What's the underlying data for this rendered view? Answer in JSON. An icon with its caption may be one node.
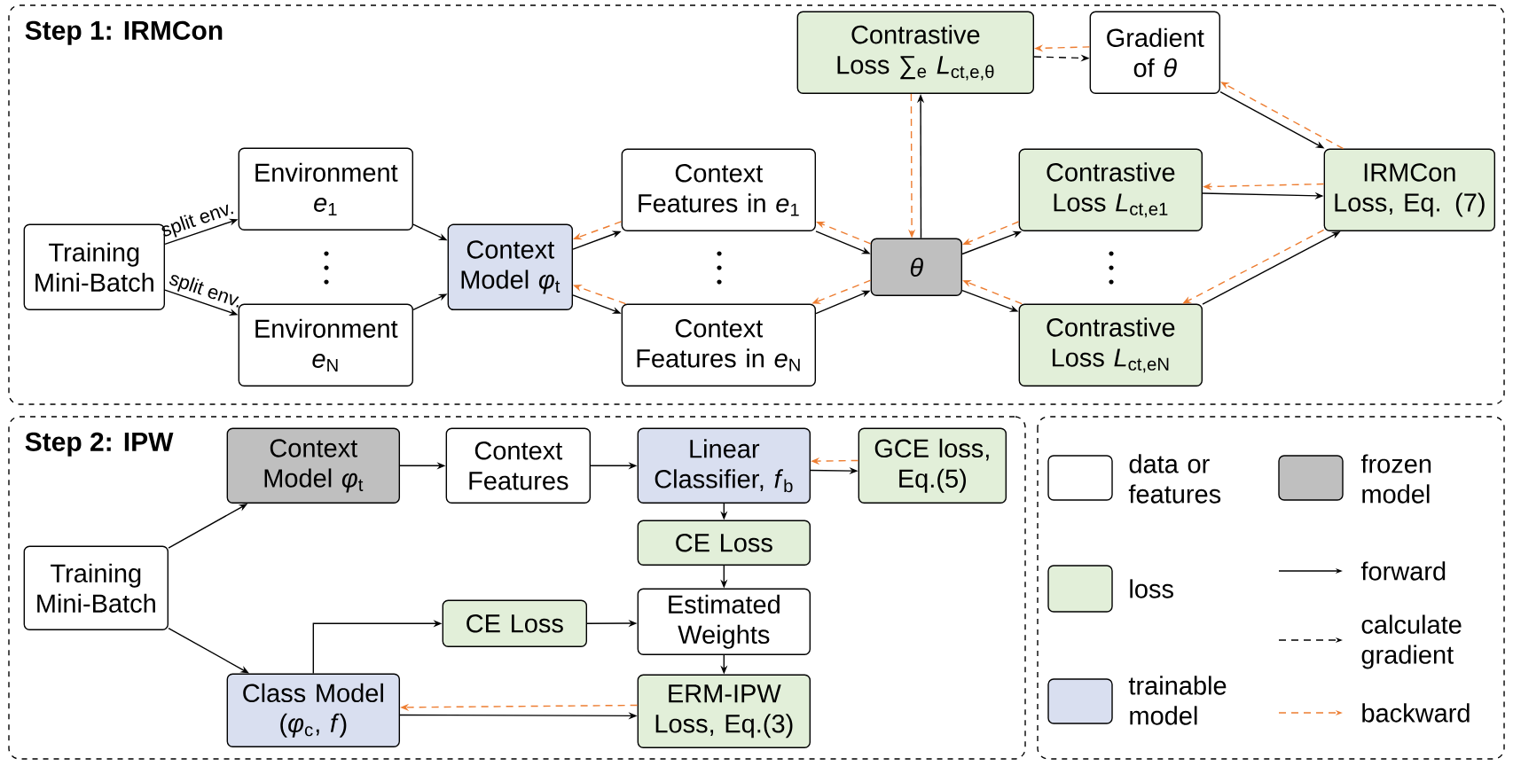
{
  "diagram": {
    "nodes": [
      {
        "text": [
          "Step 1: IRMCon"
        ]
      },
      {
        "text": [
          "Training Mini-Batch"
        ],
        "in": 0
      },
      {
        "text": [
          "Environment *e*$_{1}$"
        ],
        "in": 0
      },
      {
        "text": [
          "Environment *e*$_{N}$"
        ],
        "in": 0
      },
      {
        "text": [
          "Context Model *φ*$_{t}$"
        ],
        "in": 0
      },
      {
        "text": [
          "Context Features in *e*$_{1}$"
        ],
        "in": 0
      },
      {
        "text": [
          "Context Features in *e*$_{N}$"
        ],
        "in": 0
      },
      {
        "text": [
          "θ"
        ],
        "in": 0
      },
      {
        "text": [
          "Contrastive Loss ∑$_{e}$ *L*$_{ct,e,θ}$"
        ],
        "in": 0
      },
      {
        "text": [
          "Gradient of *θ*"
        ],
        "in": 0
      },
      {
        "text": [
          "Contrastive Loss *L*$_{ct,e1}$"
        ],
        "in": 0
      },
      {
        "text": [
          "Contrastive Loss *L*$_{ct,eN}$"
        ],
        "in": 0
      },
      {
        "text": [
          "IRMCon Loss, Eq. (7)"
        ],
        "in": 0
      },
      {
        "text": [
          "Step 2: IPW"
        ]
      },
      {
        "text": [
          "Training Mini-Batch"
        ],
        "in": 13
      },
      {
        "text": [
          "Context Model *φ*$_{t}$"
        ],
        "in": 13
      },
      {
        "text": [
          "Context Features"
        ],
        "in": 13
      },
      {
        "text": [
          "Linear Classifier, *f*$_{b}$"
        ],
        "in": 13
      },
      {
        "text": [
          "GCE loss, Eq.(5)"
        ],
        "in": 13
      },
      {
        "text": [
          "CE Loss"
        ],
        "in": 13
      },
      {
        "text": [
          "CE Loss"
        ],
        "in": 13
      },
      {
        "text": [
          "Estimated Weights"
        ],
        "in": 13
      },
      {
        "text": [
          "Class Model (*φ*$_{c}$, *f*)"
        ],
        "in": 13
      },
      {
        "text": [
          "ERM-IPW Loss, Eq.(3)"
        ],
        "in": 13
      }
    ],
    "edges": [
      {
        "from": 1,
        "to": 2,
        "arrow": "to",
        "label": "split env."
      },
      {
        "from": 1,
        "to": 3,
        "arrow": "to",
        "label": "split env."
      },
      {
        "from": 2,
        "to": 4,
        "arrow": "to"
      },
      {
        "from": 3,
        "to": 4,
        "arrow": "to"
      },
      {
        "from": 4,
        "to": 5,
        "arrow": "to"
      },
      {
        "from": 4,
        "to": 6,
        "arrow": "to"
      },
      {
        "from": 5,
        "to": 4,
        "arrow": "to",
        "style": "dashed",
        "color": "#ed7d31"
      },
      {
        "from": 6,
        "to": 4,
        "arrow": "to",
        "style": "dashed",
        "color": "#ed7d31"
      },
      {
        "from": 5,
        "to": 7,
        "arrow": "to"
      },
      {
        "from": 6,
        "to": 7,
        "arrow": "to"
      },
      {
        "from": 7,
        "to": 5,
        "arrow": "to",
        "style": "dashed",
        "color": "#ed7d31"
      },
      {
        "from": 7,
        "to": 6,
        "arrow": "to",
        "style": "dashed",
        "color": "#ed7d31"
      },
      {
        "from": 7,
        "to": 8,
        "arrow": "to"
      },
      {
        "from": 8,
        "to": 7,
        "arrow": "to",
        "style": "dashed",
        "color": "#ed7d31"
      },
      {
        "from": 8,
        "to": 9,
        "arrow": "to",
        "style": "dashed"
      },
      {
        "from": 9,
        "to": 8,
        "arrow": "to",
        "style": "dashed",
        "color": "#ed7d31"
      },
      {
        "from": 9,
        "to": 12,
        "arrow": "to"
      },
      {
        "from": 12,
        "to": 9,
        "arrow": "to",
        "style": "dashed",
        "color": "#ed7d31"
      },
      {
        "from": 7,
        "to": 10,
        "arrow": "to"
      },
      {
        "from": 7,
        "to": 11,
        "arrow": "to"
      },
      {
        "from": 10,
        "to": 7,
        "arrow": "to",
        "style": "dashed",
        "color": "#ed7d31"
      },
      {
        "from": 11,
        "to": 7,
        "arrow": "to",
        "style": "dashed",
        "color": "#ed7d31"
      },
      {
        "from": 10,
        "to": 12,
        "arrow": "to"
      },
      {
        "from": 11,
        "to": 12,
        "arrow": "to"
      },
      {
        "from": 12,
        "to": 10,
        "arrow": "to",
        "style": "dashed",
        "color": "#ed7d31"
      },
      {
        "from": 12,
        "to": 11,
        "arrow": "to",
        "style": "dashed",
        "color": "#ed7d31"
      },
      {
        "from": 14,
        "to": 15,
        "arrow": "to"
      },
      {
        "from": 14,
        "to": 22,
        "arrow": "to"
      },
      {
        "from": 15,
        "to": 16,
        "arrow": "to"
      },
      {
        "from": 16,
        "to": 17,
        "arrow": "to"
      },
      {
        "from": 17,
        "to": 18,
        "arrow": "to"
      },
      {
        "from": 18,
        "to": 17,
        "arrow": "to",
        "style": "dashed",
        "color": "#ed7d31"
      },
      {
        "from": 17,
        "to": 19,
        "arrow": "to"
      },
      {
        "from": 19,
        "to": 21,
        "arrow": "to"
      },
      {
        "from": 22,
        "to": 20,
        "arrow": "to"
      },
      {
        "from": 20,
        "to": 21,
        "arrow": "to"
      },
      {
        "from": 21,
        "to": 23,
        "arrow": "to"
      },
      {
        "from": 22,
        "to": 23,
        "arrow": "to"
      },
      {
        "from": 23,
        "to": 22,
        "arrow": "to",
        "style": "dashed",
        "color": "#ed7d31"
      }
    ],
    "legend": [
      {
        "text": "data or features"
      },
      {
        "text": "frozen model",
        "color": "#bfbfbf"
      },
      {
        "text": "loss",
        "color": "#e2efd9"
      },
      {
        "text": "forward"
      },
      {
        "text": "calculate gradient"
      },
      {
        "text": "trainable model",
        "color": "#d9dff0"
      },
      {
        "text": "backward"
      }
    ]
  }
}
